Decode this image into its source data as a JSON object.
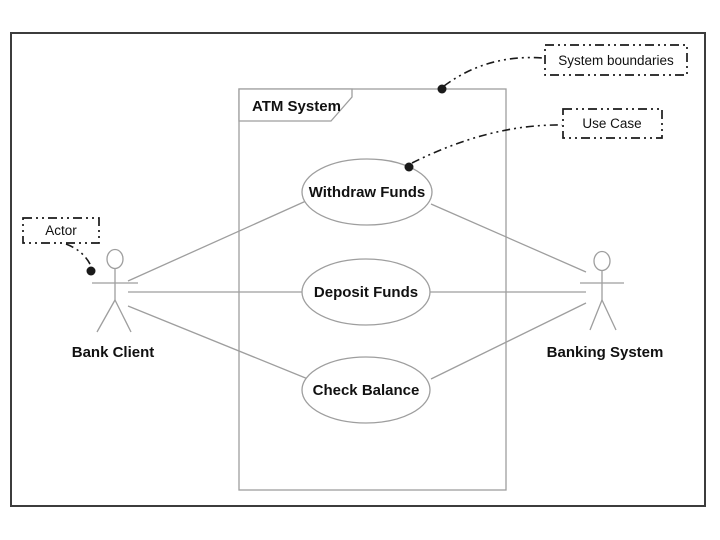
{
  "diagram": {
    "kind": "uml-use-case-diagram",
    "system_boundary": {
      "label": "ATM System"
    },
    "use_cases": [
      {
        "label": "Withdraw Funds"
      },
      {
        "label": "Deposit Funds"
      },
      {
        "label": "Check Balance"
      }
    ],
    "actors": [
      {
        "label": "Bank Client"
      },
      {
        "label": "Banking System"
      }
    ],
    "annotations": [
      {
        "label": "System boundaries"
      },
      {
        "label": "Use Case"
      },
      {
        "label": "Actor"
      }
    ],
    "colors": {
      "shape_stroke": "#9e9e9e",
      "annotation_stroke": "#1a1a1a",
      "frame_stroke": "#3c3c3c",
      "text": "#111111",
      "background": "#ffffff"
    }
  }
}
